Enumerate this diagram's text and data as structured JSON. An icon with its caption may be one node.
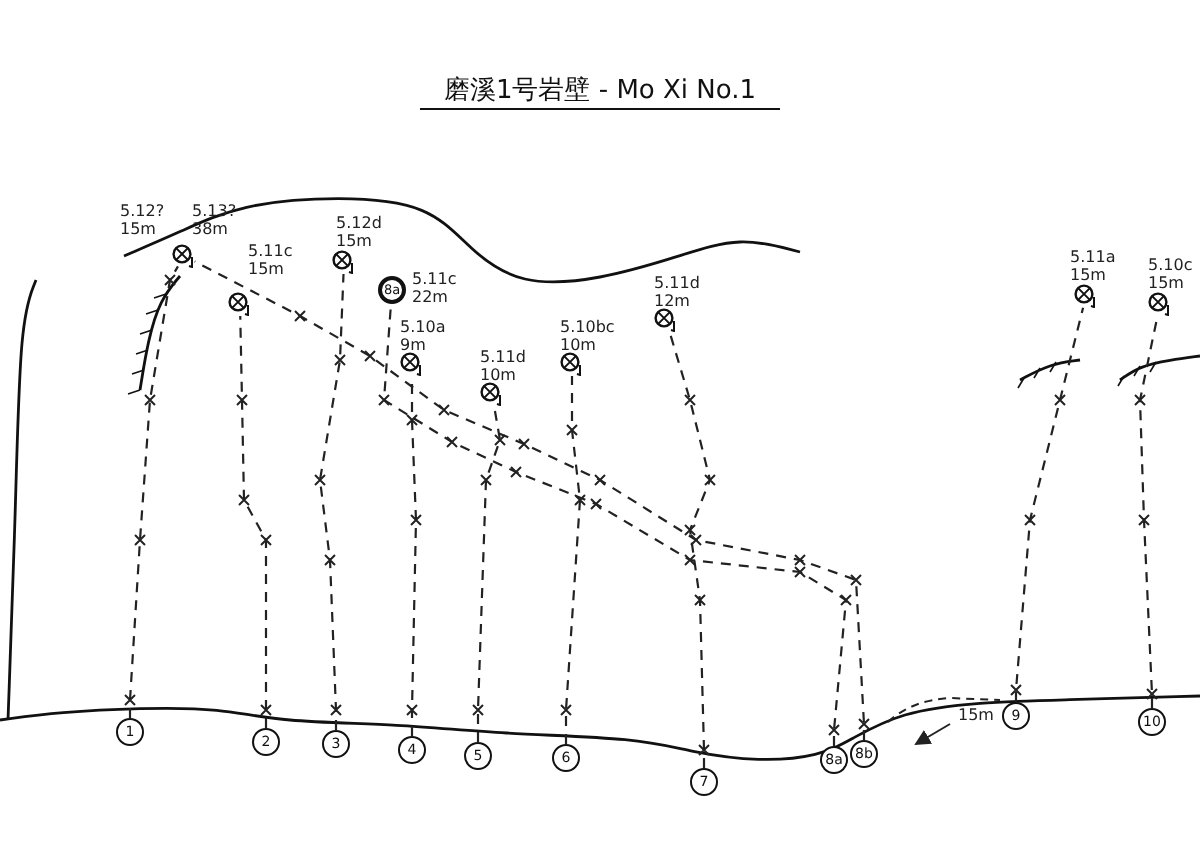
{
  "diagram": {
    "title": "磨溪1号岩壁 - Mo Xi No.1",
    "nodes": [
      {
        "text": [],
        "shape": "circle",
        "beside": [
          "5.12? 15m",
          "5.13? 38m"
        ]
      },
      {
        "text": [],
        "shape": "circle",
        "beside": [
          "5.11c 15m"
        ]
      },
      {
        "text": [],
        "shape": "circle",
        "beside": [
          "5.12d 15m"
        ]
      },
      {
        "text": [
          "8a"
        ],
        "beside": [
          "5.11c 22m"
        ]
      },
      {
        "text": [],
        "shape": "circle",
        "beside": [
          "5.10a 9m"
        ]
      },
      {
        "text": [],
        "shape": "circle",
        "beside": [
          "5.11d 10m"
        ]
      },
      {
        "text": [],
        "shape": "circle",
        "beside": [
          "5.10bc 10m"
        ]
      },
      {
        "text": [],
        "shape": "circle",
        "beside": [
          "5.11d 12m"
        ]
      },
      {
        "text": [],
        "shape": "circle",
        "beside": [
          "5.11a 15m"
        ]
      },
      {
        "text": [],
        "shape": "circle",
        "beside": [
          "5.10c 15m"
        ]
      },
      {
        "text": [
          "1"
        ]
      },
      {
        "text": [
          "2"
        ]
      },
      {
        "text": [
          "3"
        ]
      },
      {
        "text": [
          "4"
        ]
      },
      {
        "text": [
          "5"
        ]
      },
      {
        "text": [
          "6"
        ]
      },
      {
        "text": [
          "7"
        ]
      },
      {
        "text": [
          "8a"
        ]
      },
      {
        "text": [
          "8b"
        ]
      },
      {
        "text": [
          "9"
        ]
      },
      {
        "text": [
          "10"
        ]
      }
    ],
    "edges": [
      {
        "from": 10,
        "to": 0,
        "arrow": "none"
      },
      {
        "from": 11,
        "to": 1,
        "arrow": "none"
      },
      {
        "from": 12,
        "to": 2,
        "arrow": "none"
      },
      {
        "from": 13,
        "to": 4,
        "arrow": "none"
      },
      {
        "from": 14,
        "to": 5,
        "arrow": "none"
      },
      {
        "from": 15,
        "to": 6,
        "arrow": "none"
      },
      {
        "from": 16,
        "to": 7,
        "arrow": "none"
      },
      {
        "from": 17,
        "to": 3,
        "arrow": "none"
      },
      {
        "from": 18,
        "to": 0,
        "arrow": "none"
      },
      {
        "from": 19,
        "to": 8,
        "arrow": "none"
      },
      {
        "from": 20,
        "to": 9,
        "arrow": "none"
      }
    ],
    "labels": [
      "15m"
    ]
  }
}
